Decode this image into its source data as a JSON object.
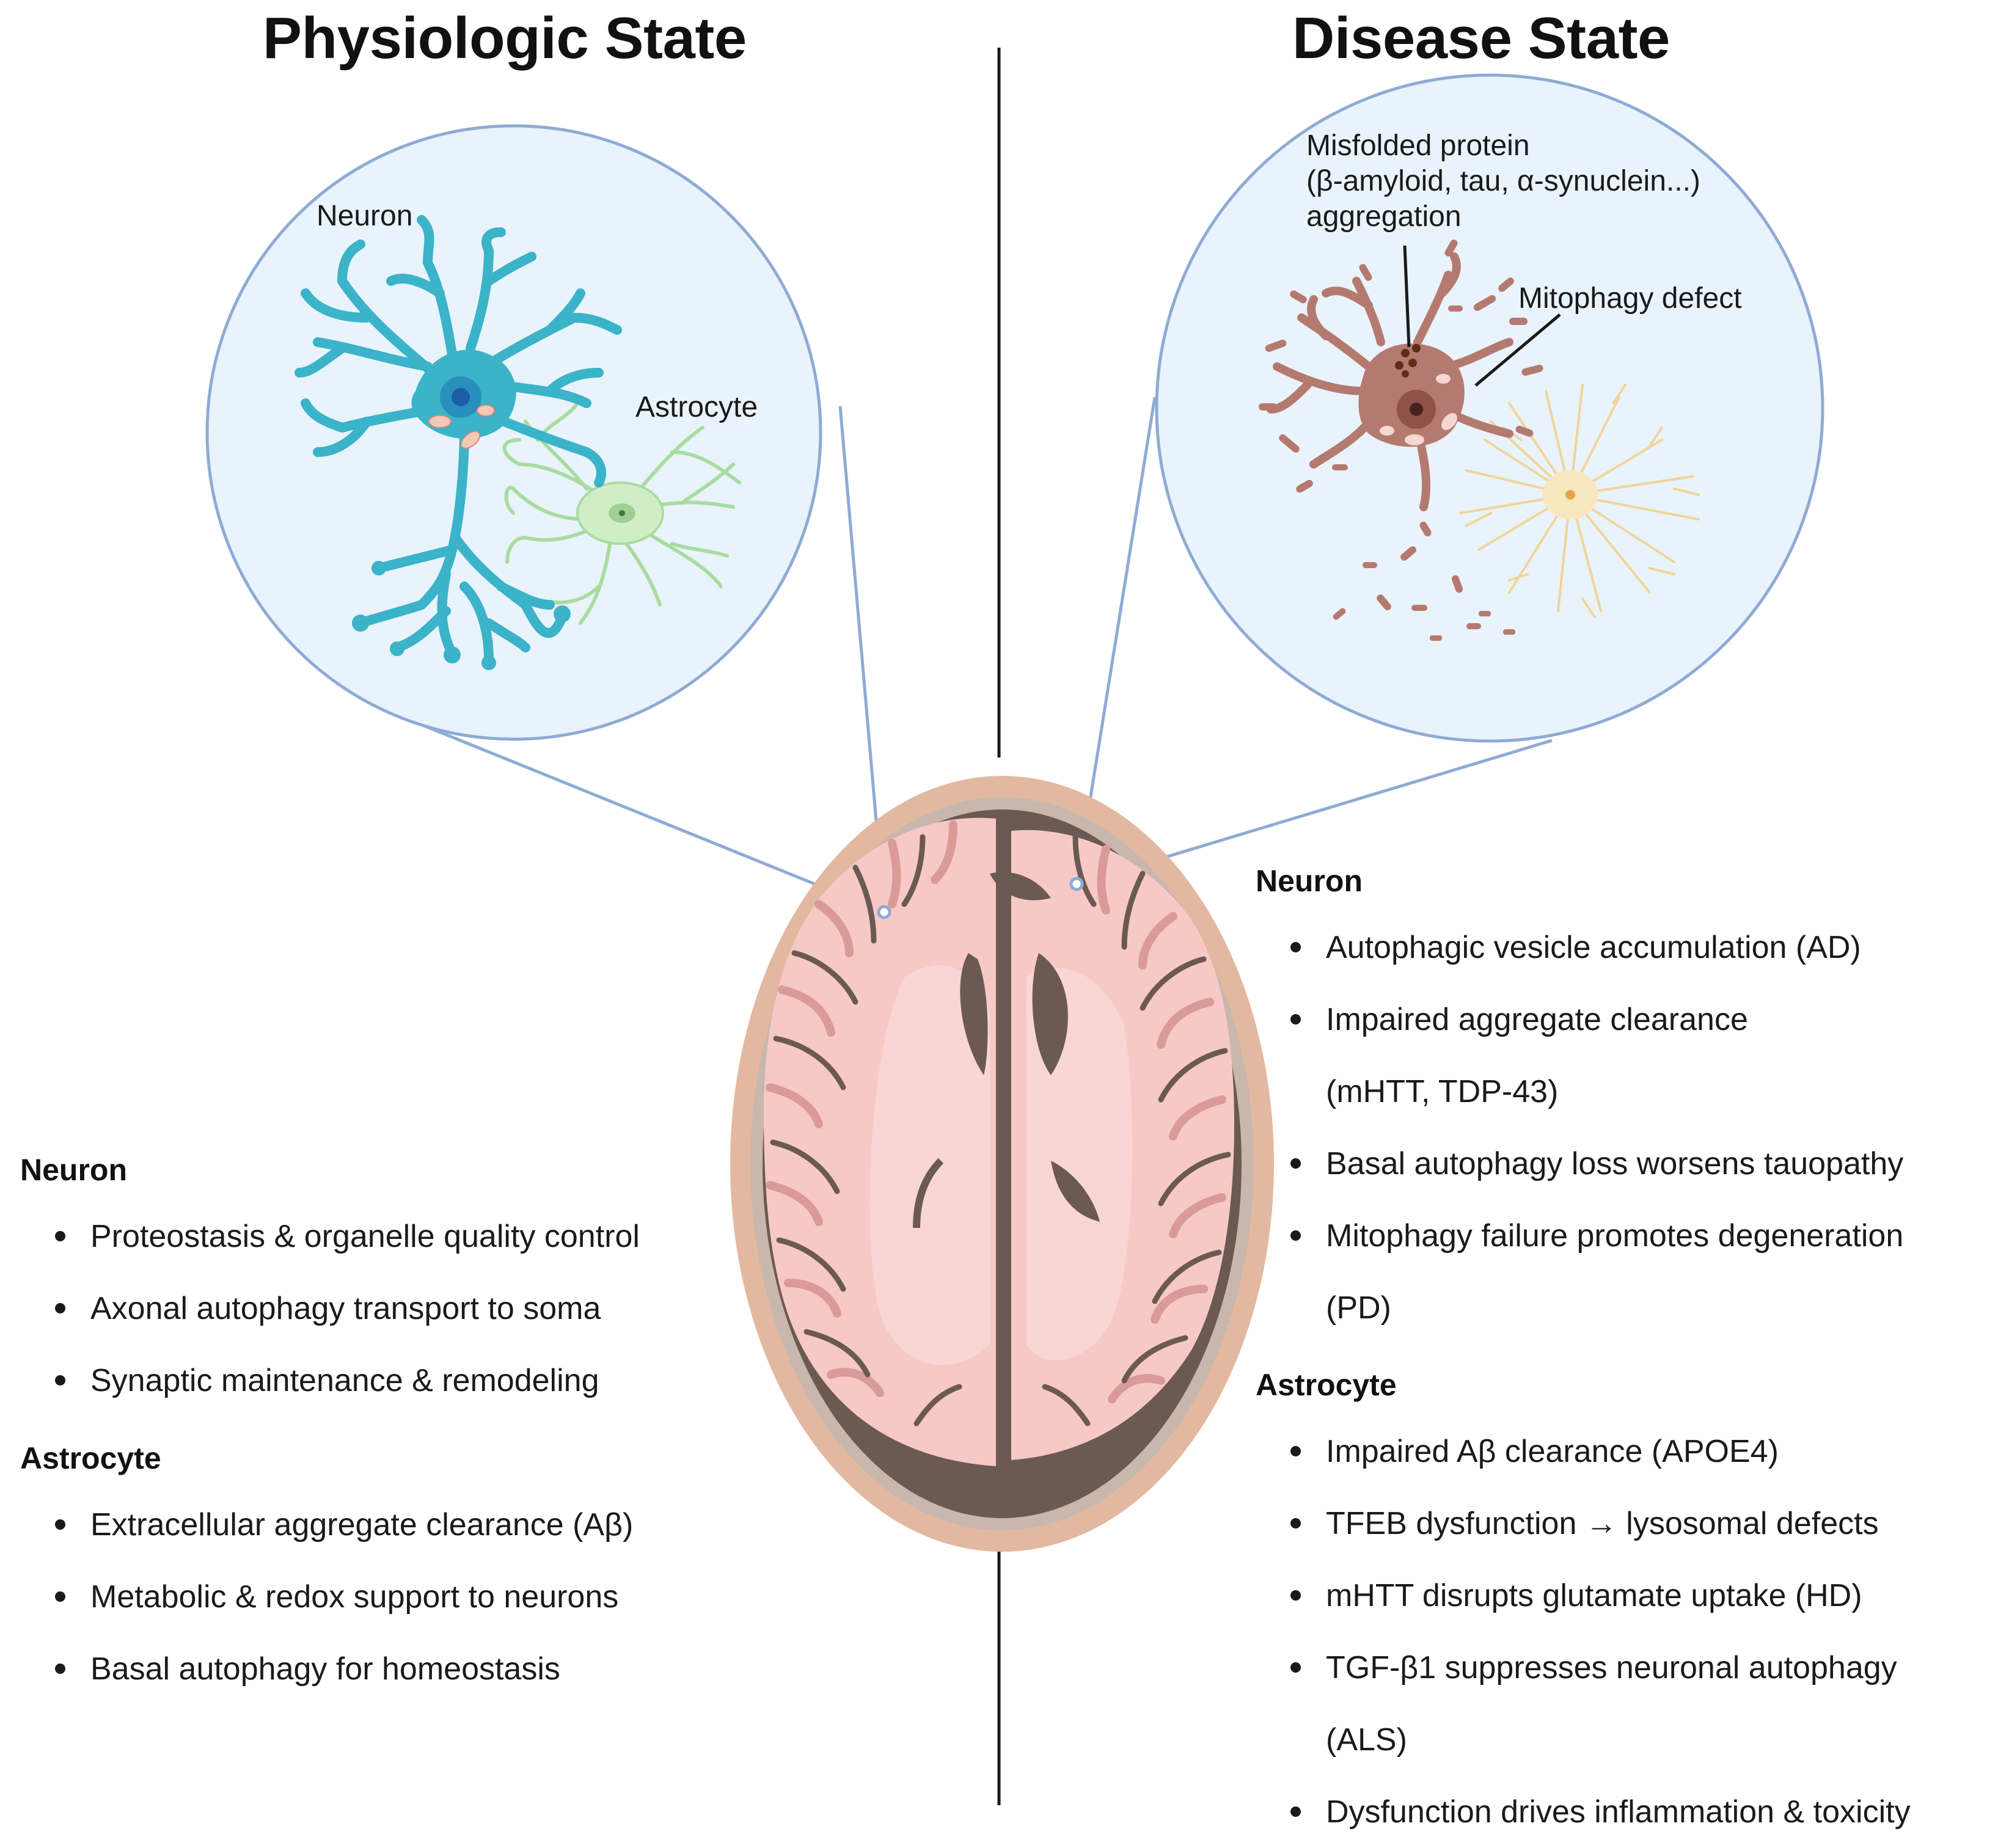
{
  "titles": {
    "left": "Physiologic State",
    "right": "Disease State"
  },
  "physiologic_labels": {
    "neuron": "Neuron",
    "astrocyte": "Astrocyte"
  },
  "disease_labels": {
    "misfolded": [
      "Misfolded protein",
      "(β-amyloid, tau, α-synuclein...)",
      "aggregation"
    ],
    "mitophagy": "Mitophagy defect"
  },
  "left_panel": {
    "neuron": {
      "title": "Neuron",
      "items": [
        "Proteostasis & organelle quality control",
        "Axonal autophagy transport to soma",
        "Synaptic maintenance & remodeling"
      ]
    },
    "astrocyte": {
      "title": "Astrocyte",
      "items": [
        "Extracellular aggregate clearance (Aβ)",
        "Metabolic & redox support to neurons",
        "Basal autophagy for homeostasis"
      ]
    }
  },
  "right_panel": {
    "neuron": {
      "title": "Neuron",
      "items": [
        [
          "Autophagic vesicle accumulation (AD)"
        ],
        [
          "Impaired aggregate clearance",
          "(mHTT, TDP-43)"
        ],
        [
          "Basal autophagy loss worsens tauopathy"
        ],
        [
          "Mitophagy failure promotes degeneration",
          "(PD)"
        ]
      ]
    },
    "astrocyte": {
      "title": "Astrocyte",
      "items": [
        [
          "Impaired Aβ clearance (APOE4)"
        ],
        [
          "TFEB dysfunction → lysosomal defects"
        ],
        [
          "mHTT disrupts glutamate uptake (HD)"
        ],
        [
          "TGF-β1 suppresses neuronal autophagy",
          "(ALS)"
        ],
        [
          "Dysfunction drives inflammation & toxicity"
        ]
      ]
    }
  },
  "colors": {
    "circle_fill": "#e9f3fc",
    "circle_stroke": "#8eabd4",
    "healthy_neuron": "#3bb3c9",
    "healthy_astrocyte": "#cfeec8",
    "diseased_neuron": "#b57a6f",
    "diseased_astrocyte": "#f6dfb0",
    "brain_tissue": "#f7c9c6",
    "brain_sulci": "#6b5a52",
    "scalp": "#e2b9a0"
  },
  "icons": [
    "healthy-neuron-icon",
    "healthy-astrocyte-icon",
    "diseased-neuron-icon",
    "diseased-astrocyte-icon",
    "brain-icon"
  ]
}
